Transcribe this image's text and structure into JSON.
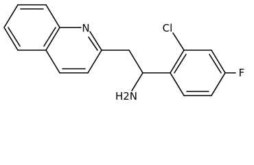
{
  "molecule": {
    "atoms": {
      "n1": "N",
      "cl": "Cl",
      "f": "F",
      "nh2": "H2N"
    },
    "colors": {
      "bond": "#000000",
      "text": "#000000",
      "background": "#ffffff"
    }
  }
}
